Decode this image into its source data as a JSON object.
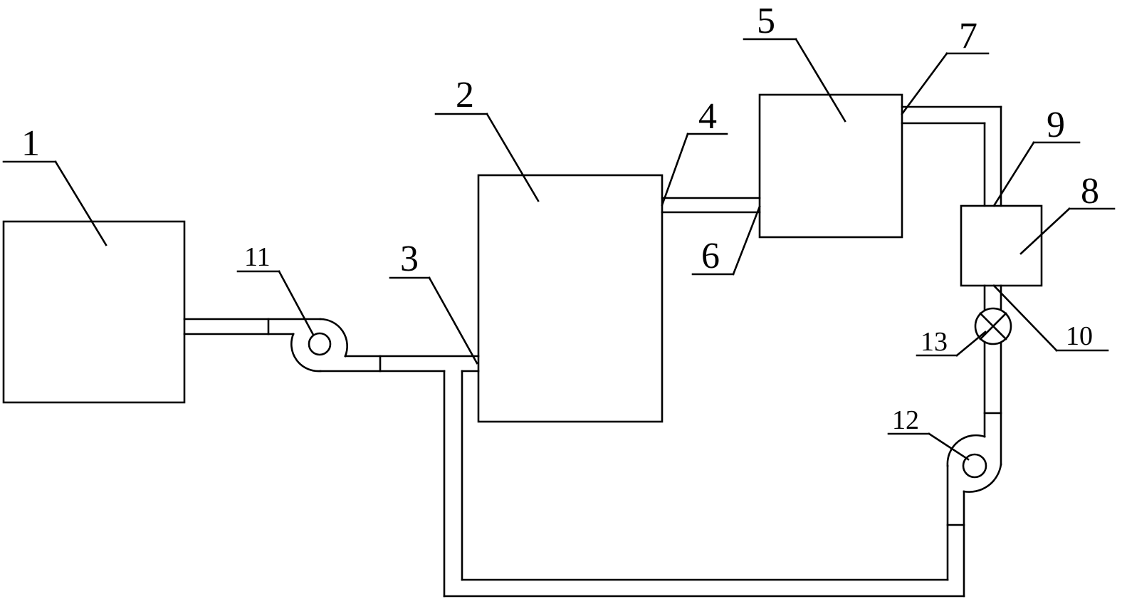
{
  "labels": {
    "c1": "1",
    "c2": "2",
    "c3": "3",
    "c4": "4",
    "c5": "5",
    "c6": "6",
    "c7": "7",
    "c8": "8",
    "c9": "9",
    "c10": "10",
    "c11": "11",
    "c12": "12",
    "c13": "13"
  },
  "colors": {
    "stroke": "#000000",
    "background": "#ffffff"
  }
}
